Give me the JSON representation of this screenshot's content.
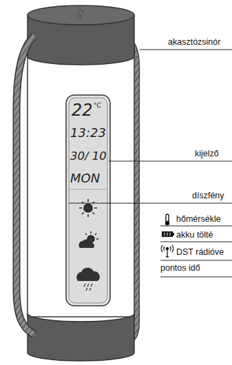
{
  "diagram": {
    "labels": [
      "akasztózsinór",
      "kijelző",
      "díszfény",
      "22",
      "°C",
      "13:23",
      "30/ 10",
      "MON"
    ],
    "legend": [
      {
        "text": "hőmérsékle"
      },
      {
        "text": "akku tölté"
      },
      {
        "text": "DST rádióve pontos idő"
      }
    ]
  }
}
